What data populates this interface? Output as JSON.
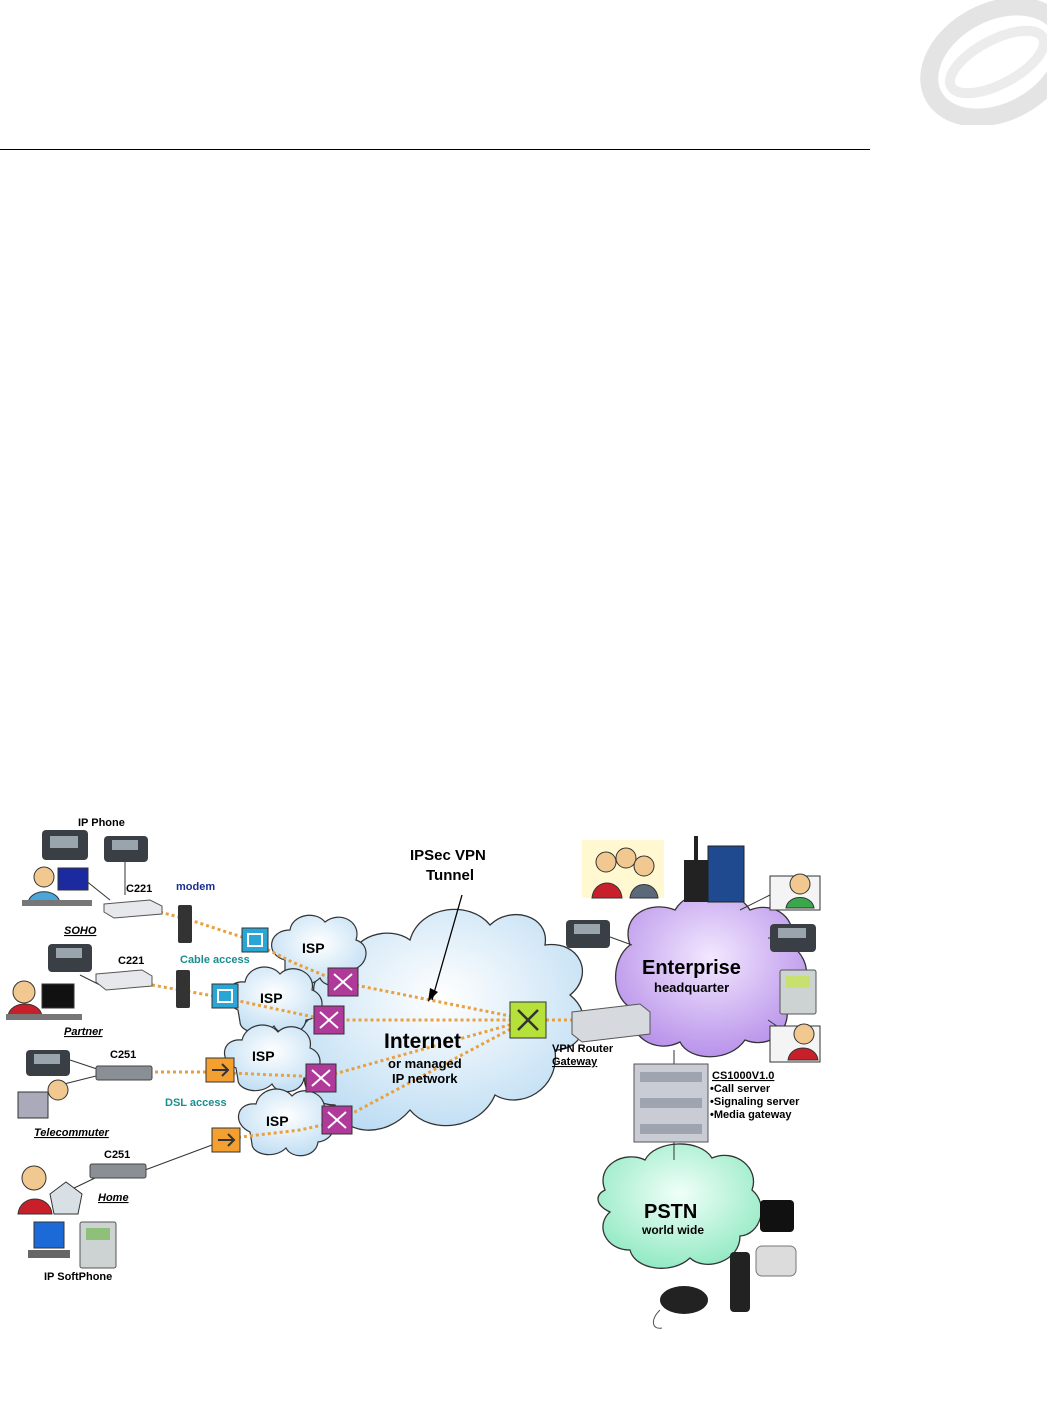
{
  "labels": {
    "ip_phone": "IP Phone",
    "c221_top": "C221",
    "modem": "modem",
    "soho": "SOHO",
    "cable_access": "Cable access",
    "c221_mid": "C221",
    "partner": "Partner",
    "c251_mid": "C251",
    "dsl_access": "DSL access",
    "telecommuter": "Telecommuter",
    "c251_low": "C251",
    "home": "Home",
    "ip_softphone": "IP SoftPhone",
    "isp_1": "ISP",
    "isp_2": "ISP",
    "isp_3": "ISP",
    "isp_4": "ISP",
    "tunnel_line1": "IPSec VPN",
    "tunnel_line2": "Tunnel",
    "internet": "Internet",
    "internet_sub1": "or managed",
    "internet_sub2": "IP network",
    "vpn_router_1": "VPN Router",
    "vpn_router_2": "Gateway",
    "enterprise": "Enterprise",
    "enterprise_sub": "headquarter",
    "cs1000": "CS1000V1.0",
    "call_server": "•Call server",
    "signaling_server": "•Signaling server",
    "media_gateway": "•Media gateway",
    "pstn": "PSTN",
    "pstn_sub": "world wide"
  },
  "colors": {
    "tunnel_line": "#e8a040",
    "isp_cloud": "#cfe6f7",
    "internet_cloud": "#cfe6f7",
    "enterprise_cloud": "#c9a8f0",
    "pstn_cloud": "#a8f0d2",
    "modem_label": "#1a2f8f",
    "access_label": "#1a8f8f",
    "router_box": "#b03a9a",
    "vpn_box": "#b6e03a"
  }
}
